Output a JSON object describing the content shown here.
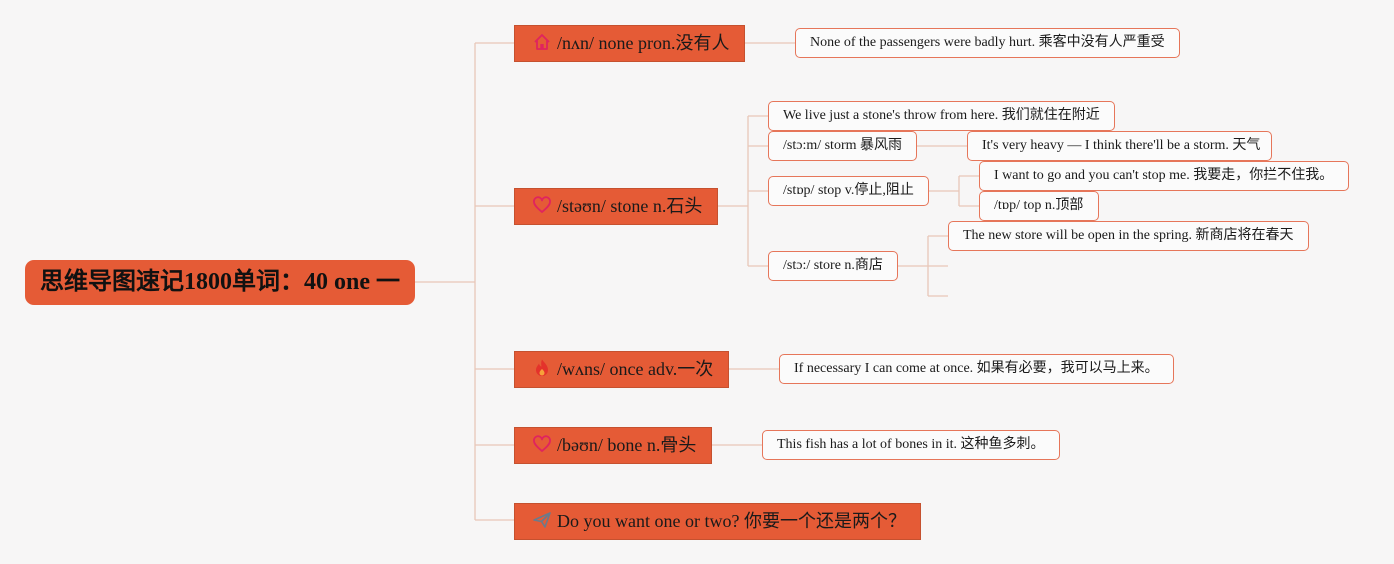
{
  "root": {
    "title": "思维导图速记1800单词：40 one 一"
  },
  "branches": {
    "none": {
      "label": "/nʌn/ none pron.没有人",
      "icon": "home-icon"
    },
    "stone": {
      "label": "/stəʊn/ stone n.石头",
      "icon": "heart-icon"
    },
    "once": {
      "label": "/wʌns/ once adv.一次",
      "icon": "fire-icon"
    },
    "bone": {
      "label": "/bəʊn/ bone n.骨头",
      "icon": "heart-icon"
    },
    "oneTwo": {
      "label": "Do you want one or two? 你要一个还是两个？",
      "icon": "paper-plane-icon"
    }
  },
  "leaves": {
    "none_ex": "None of the passengers were badly hurt. 乘客中没有人严重受",
    "stone_ex": "We live just a stone's throw from here. 我们就住在附近",
    "storm": "/stɔ:m/ storm 暴风雨",
    "storm_ex": "It's very heavy — I think there'll be a storm. 天气",
    "stop": "/stɒp/ stop v.停止,阻止",
    "stop_ex": "I want to go and you can't stop me. 我要走，你拦不住我。",
    "top": "/tɒp/ top n.顶部",
    "store": "/stɔ:/ store n.商店",
    "store_ex": "The new store will be open in the spring. 新商店将在春天",
    "once_ex": "If necessary I can come at once. 如果有必要，我可以马上来。",
    "bone_ex": "This fish has a lot of bones in it. 这种鱼多刺。"
  },
  "colors": {
    "accent": "#e55b36",
    "leaf_border": "#e6765a",
    "connector": "#e8c7b8",
    "background": "#f7f6f6"
  }
}
